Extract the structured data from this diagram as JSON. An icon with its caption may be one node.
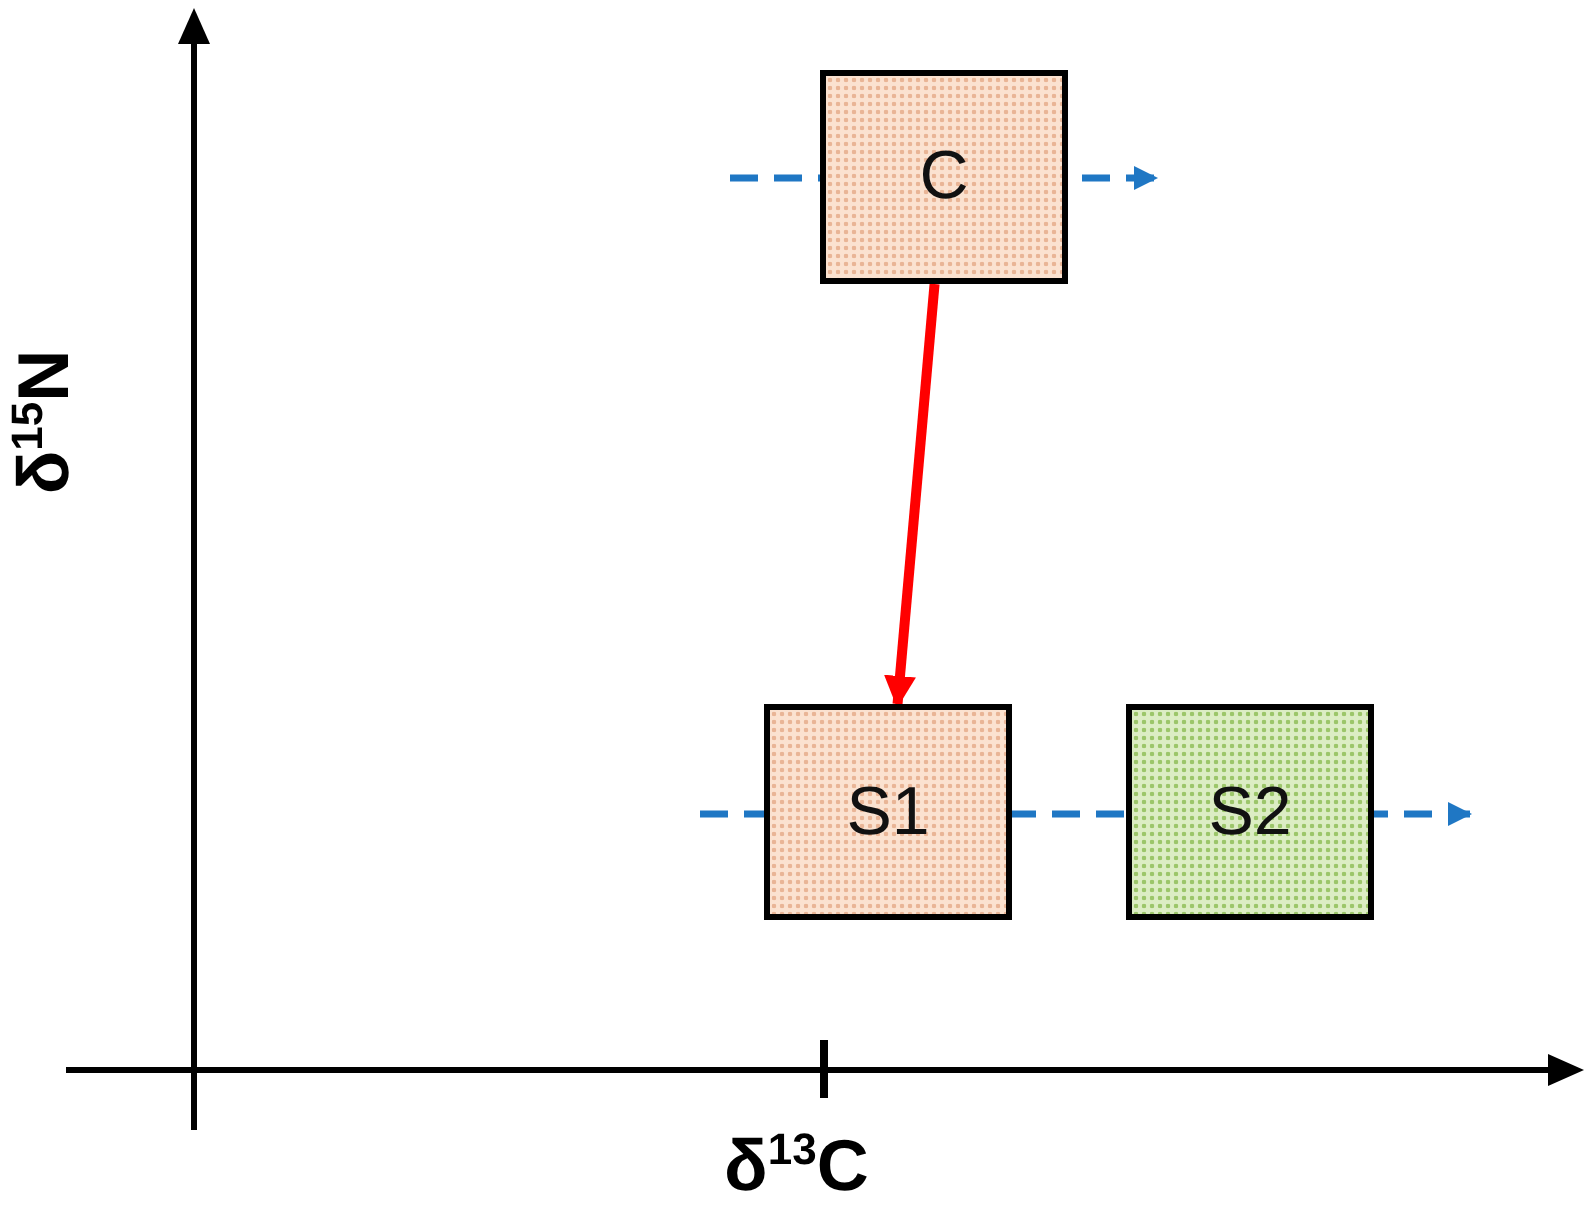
{
  "diagram": {
    "nodes": [
      {
        "text": [
          "C"
        ]
      },
      {
        "text": [
          "S1"
        ]
      },
      {
        "text": [
          "S2"
        ]
      }
    ],
    "edges": [
      {
        "from": 0,
        "to": 1,
        "arrow": "to",
        "color": "#ff0000"
      }
    ],
    "labels": [
      "δ$^{15}$N",
      "δ$^{13}$C"
    ]
  }
}
